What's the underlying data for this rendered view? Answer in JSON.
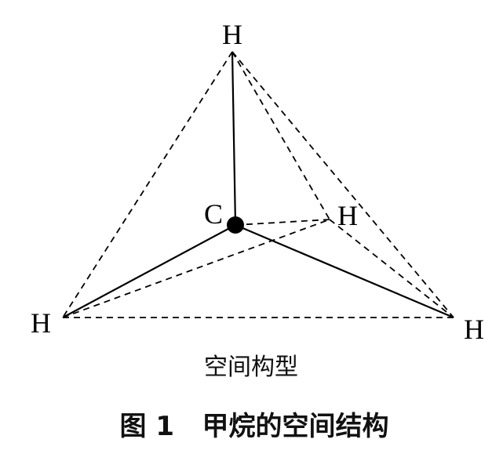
{
  "diagram": {
    "atoms": {
      "center": "C",
      "top": "H",
      "left": "H",
      "right": "H",
      "back": "H"
    },
    "subtitle": "空间构型",
    "figure_caption": "图 1   甲烷的空间结构"
  }
}
